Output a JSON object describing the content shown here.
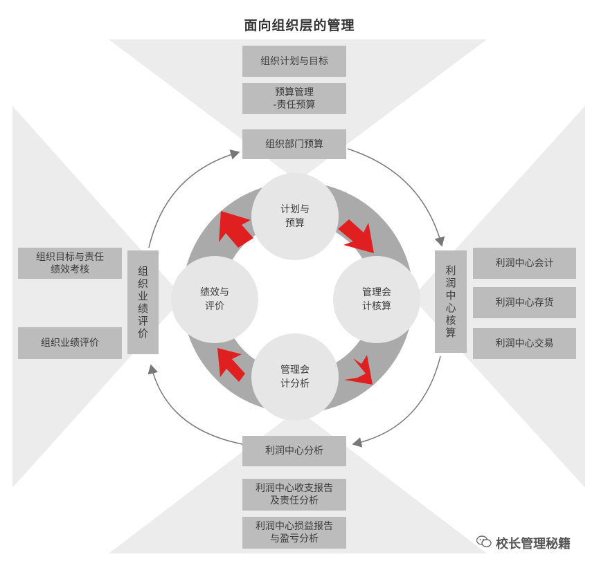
{
  "title": "面向组织层的管理",
  "top_boxes": [
    "组织计划与目标",
    "预算管理\n-责任预算",
    "组织部门预算"
  ],
  "bottom_boxes": [
    "利润中心分析",
    "利润中心收支报告\n及责任分析",
    "利润中心损益报告\n与盈亏分析"
  ],
  "left_boxes": [
    "组织目标与责任\n绩效考核",
    "组织业绩评价"
  ],
  "left_vertical": "组织业绩评价",
  "right_vertical": "利润中心核算",
  "right_boxes": [
    "利润中心会计",
    "利润中心存货",
    "利润中心交易"
  ],
  "cycle_nodes": {
    "top": "计划与\n预算",
    "right": "管理会\n计核算",
    "bottom": "管理会\n计分析",
    "left": "绩效与\n评价"
  },
  "watermark": "校长管理秘籍",
  "colors": {
    "box": "#bcbcbc",
    "node": "#e6e6e6",
    "ring": "#aaaaaa",
    "arrow": "#e02020",
    "quadrant": "#ececec"
  }
}
